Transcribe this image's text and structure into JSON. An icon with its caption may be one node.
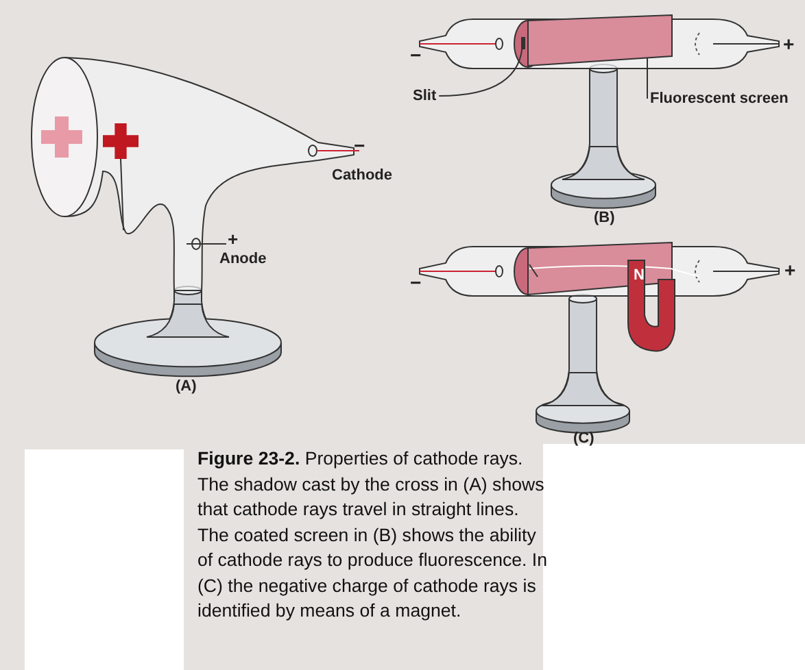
{
  "diagram": {
    "caption": "**Figure 23-2.** Properties of cathode rays. The shadow cast by the cross in (A) shows that cathode rays travel in straight lines. The coated screen in (B) shows the ability of cathode rays to produce fluorescence. In (C) the negative charge of cathode rays is identified by means of a magnet.",
    "nodes": [
      {
        "text": [
          "Slit"
        ]
      },
      {
        "text": [],
        "shape": "bar"
      },
      {
        "text": [
          "Fluorescent screen"
        ]
      },
      {
        "text": [],
        "shape": "box"
      }
    ],
    "edges": [
      {
        "from": 0,
        "to": 1,
        "arrow": "none"
      },
      {
        "from": 2,
        "to": 3,
        "arrow": "none"
      }
    ],
    "labels": [
      "−",
      "Cathode",
      "+",
      "Anode",
      "(A)",
      "−",
      "+",
      "(B)",
      "N",
      "−",
      "+",
      "(C)"
    ]
  }
}
